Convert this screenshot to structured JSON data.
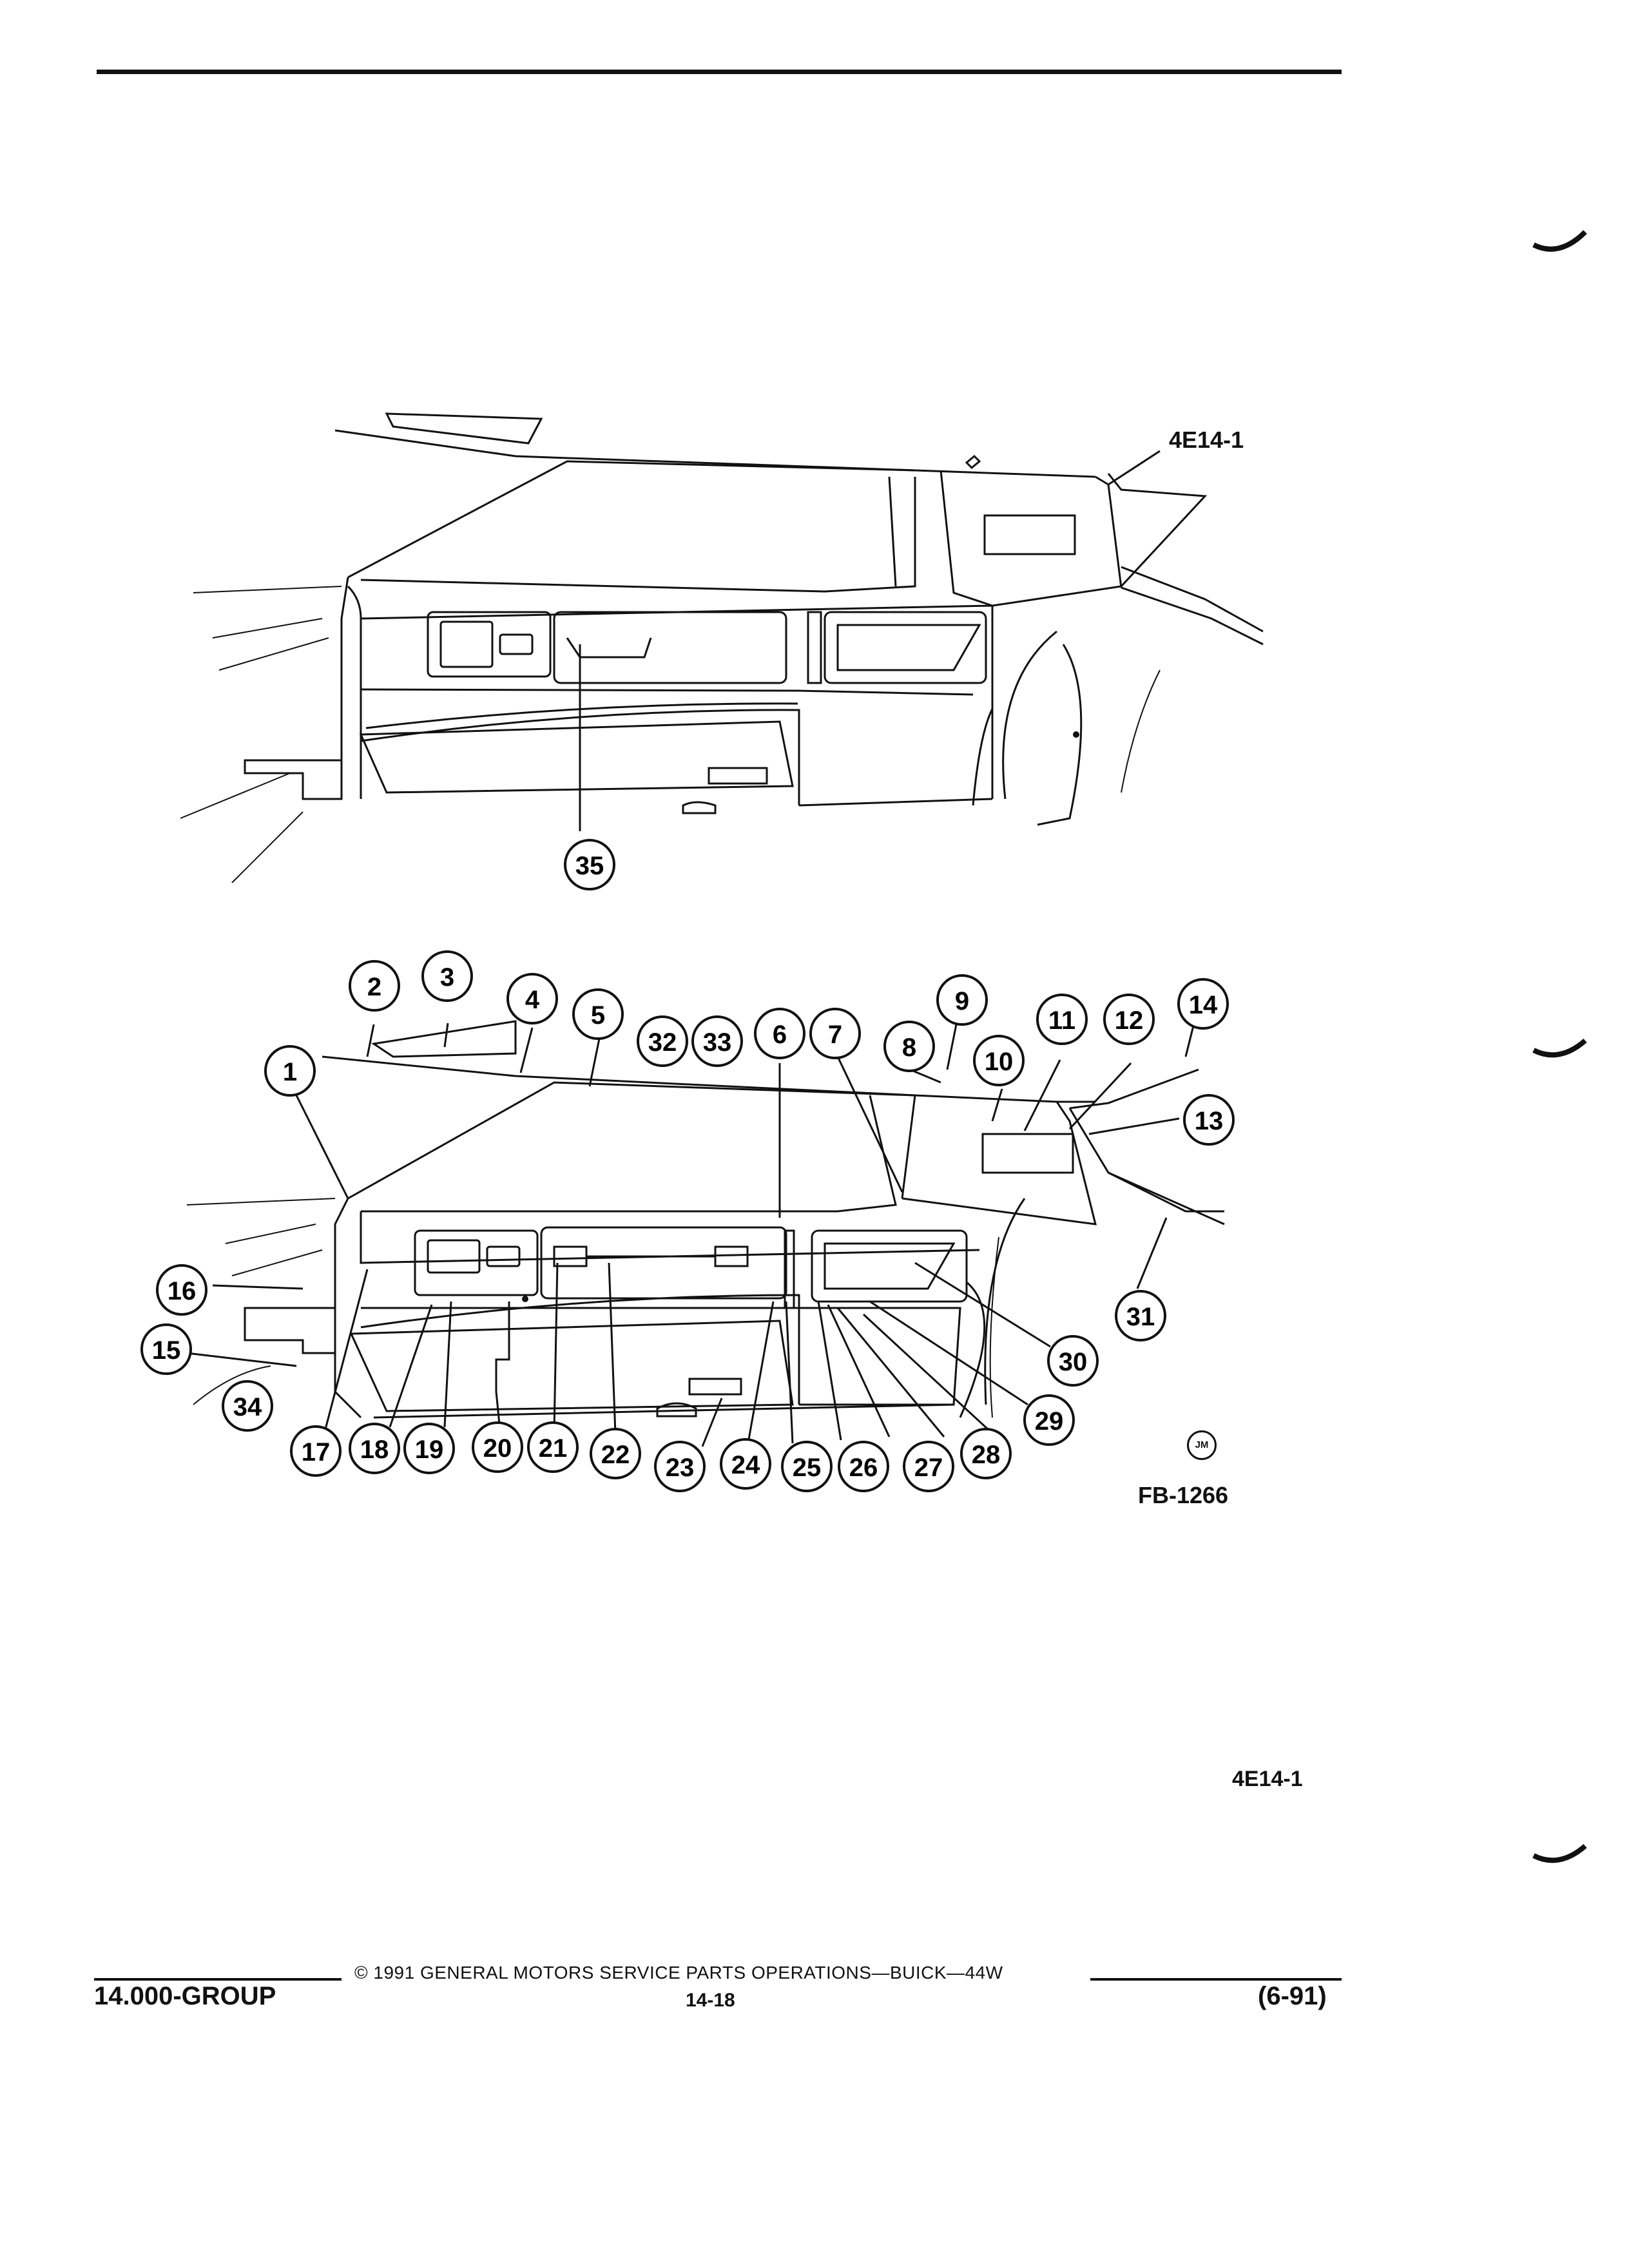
{
  "figure": {
    "ref_top": "4E14-1",
    "code": "FB-1266",
    "ref_bottom": "4E14-1",
    "artist_mark": "JM"
  },
  "callouts": [
    "1",
    "2",
    "3",
    "4",
    "5",
    "6",
    "7",
    "8",
    "9",
    "10",
    "11",
    "12",
    "13",
    "14",
    "15",
    "16",
    "17",
    "18",
    "19",
    "20",
    "21",
    "22",
    "23",
    "24",
    "25",
    "26",
    "27",
    "28",
    "29",
    "30",
    "31",
    "32",
    "33",
    "34",
    "35"
  ],
  "footer": {
    "copyright": "© 1991 GENERAL MOTORS SERVICE PARTS OPERATIONS—BUICK—44W",
    "group": "14.000-GROUP",
    "page": "14-18",
    "date": "(6-91)"
  }
}
